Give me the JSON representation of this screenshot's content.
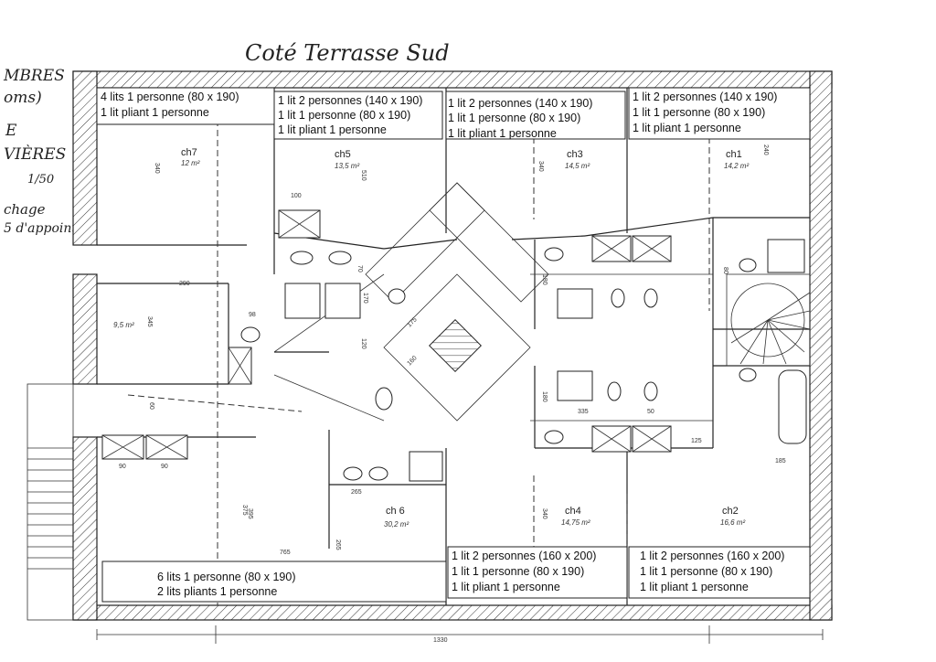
{
  "header": {
    "title": "Coté Terrasse Sud",
    "margin_notes": [
      "MBRES",
      "oms)",
      "E",
      "VIÈRES",
      "1/50",
      "chage",
      "5 d'appoint"
    ]
  },
  "rooms": {
    "ch7": {
      "name": "ch7",
      "area": "12 m²",
      "lower_area": "9,5 m²",
      "beds": [
        "4 lits 1 personne (80 x 190)",
        "1 lit pliant 1 personne"
      ]
    },
    "ch5": {
      "name": "ch5",
      "area": "13,5 m²",
      "beds": [
        "1 lit 2 personnes (140 x 190)",
        "1 lit 1 personne (80 x 190)",
        "1 lit pliant 1 personne"
      ]
    },
    "ch3": {
      "name": "ch3",
      "area": "14,5 m²",
      "beds": [
        "1 lit 2 personnes (140 x 190)",
        "1 lit 1 personne (80 x 190)",
        "1 lit pliant 1 personne"
      ]
    },
    "ch1": {
      "name": "ch1",
      "area": "14,2 m²",
      "beds": [
        "1 lit 2 personnes (140 x 190)",
        "1 lit 1 personne (80 x 190)",
        "1 lit pliant 1 personne"
      ]
    },
    "ch6": {
      "name": "ch 6",
      "area": "30,2 m²",
      "beds": [
        "6 lits 1 personne (80 x 190)",
        "2 lits pliants 1 personne"
      ]
    },
    "ch4": {
      "name": "ch4",
      "area": "14,75 m²",
      "beds": [
        "1 lit 2 personnes (160 x 200)",
        "1 lit 1 personne (80 x 190)",
        "1 lit pliant 1 personne"
      ]
    },
    "ch2": {
      "name": "ch2",
      "area": "16,6 m²",
      "beds": [
        "1 lit 2 personnes (160 x 200)",
        "1 lit 1 personne (80 x 190)",
        "1 lit pliant 1 personne"
      ]
    }
  },
  "dimensions": [
    "340",
    "510",
    "340",
    "240",
    "290",
    "345",
    "395",
    "265",
    "375",
    "765",
    "265",
    "340",
    "100",
    "175",
    "180",
    "160",
    "180",
    "120",
    "170",
    "98",
    "50",
    "70",
    "335",
    "90",
    "90",
    "80",
    "60",
    "125",
    "185",
    "1330"
  ]
}
